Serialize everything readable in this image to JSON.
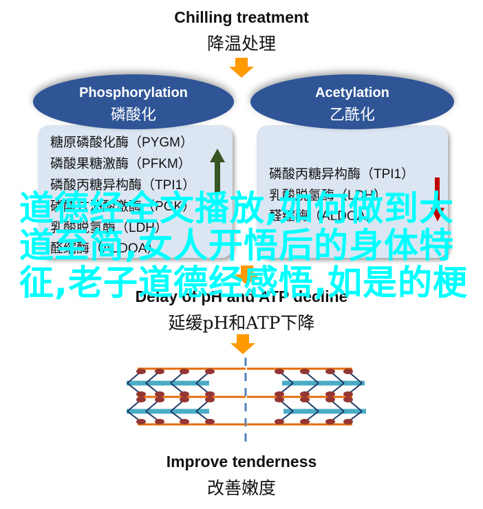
{
  "steps": {
    "chilling": {
      "en": "Chilling treatment",
      "zh": "降温处理"
    },
    "delay": {
      "en": "Delay of pH and ATP decline",
      "zh": "延缓pH和ATP下降"
    },
    "improve": {
      "en": "Improve tenderness",
      "zh": "改善嫩度"
    }
  },
  "branches": {
    "phosphorylation": {
      "en": "Phosphorylation",
      "zh": "磷酸化",
      "trend": "up",
      "trend_color": "#375623",
      "enzymes": [
        {
          "name": "糖原磷酸化酶",
          "code": "（PYGM）"
        },
        {
          "name": "磷酸果糖激酶",
          "code": "（PFKM）"
        },
        {
          "name": "磷酸丙糖异构酶",
          "code": "（TPI1）"
        },
        {
          "name": "磷酸甘油酸激酶",
          "code": "（PGK）"
        },
        {
          "name": "乳酸脱氢酶",
          "code": "（LDH）"
        },
        {
          "name": "醛缩酶",
          "code": "（ALDOA）"
        }
      ]
    },
    "acetylation": {
      "en": "Acetylation",
      "zh": "乙酰化",
      "trend": "down",
      "trend_color": "#c00000",
      "enzymes": [
        {
          "name": "磷酸丙糖异构酶",
          "code": "（TPI1）"
        },
        {
          "name": "乳酸脱氢酶",
          "code": "（LDH）"
        },
        {
          "name": "醛缩酶",
          "code": "（ALDOA）"
        }
      ]
    }
  },
  "colors": {
    "ellipse": "#2f5597",
    "box": "#dce6f2",
    "arrow": "#ff9a00",
    "thin_filament": "#e46c0a",
    "thick_filament": "#4bacc6",
    "myosin_head": "#943634",
    "crossbridge": "#1f3864",
    "z_line": "#4f81bd",
    "overlay": "#00ffff"
  },
  "overlay_text": "道德经全文播放,如何做到大道至简,女人开悟后的身体特征,老子道德经感悟,如是的梗"
}
